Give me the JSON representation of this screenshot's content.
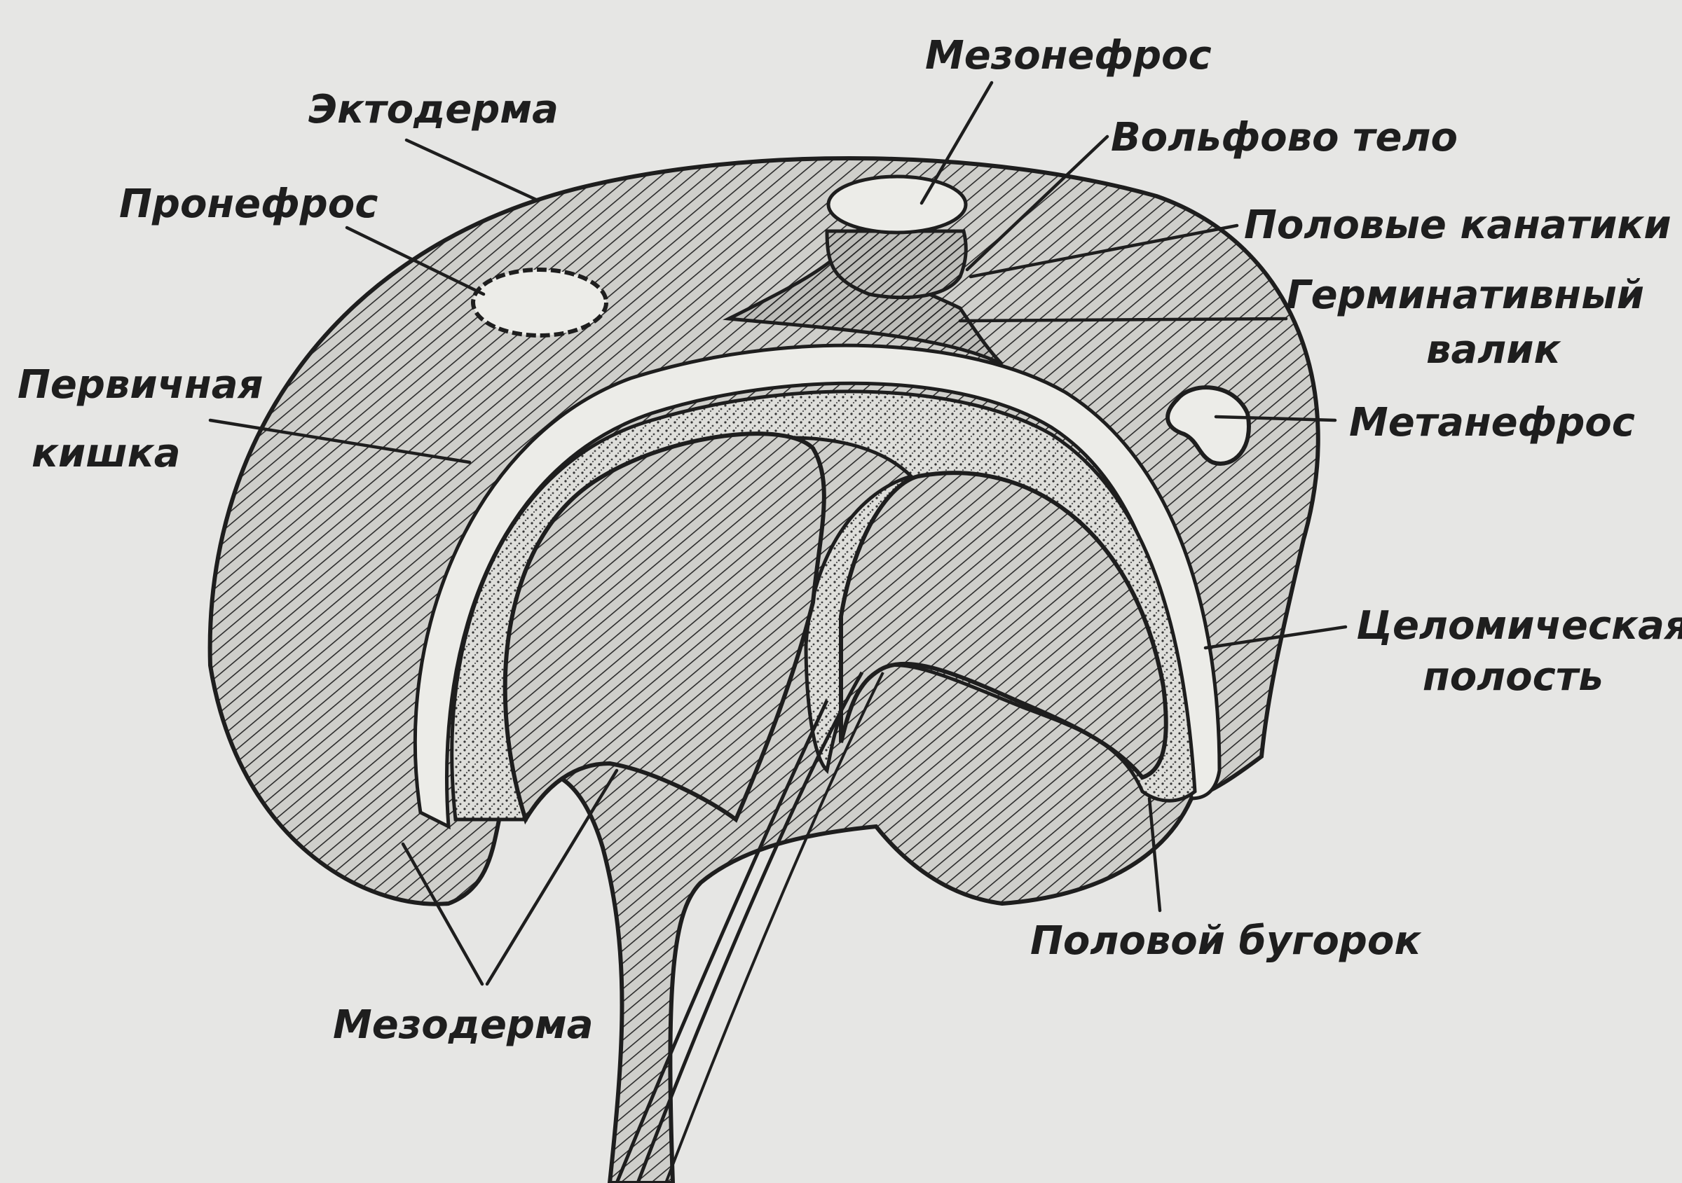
{
  "diagram": {
    "labels": {
      "mesonephros": "Мезонефрос",
      "ectoderm": "Эктодерма",
      "wolffian_body": "Вольфово тело",
      "pronephros": "Пронефрос",
      "sex_cords": "Половые канатики",
      "germinal_ridge_1": "Герминативный",
      "germinal_ridge_2": "валик",
      "primary_gut_1": "Первичная",
      "primary_gut_2": "кишка",
      "metanephros": "Метанефрос",
      "coelomic_cavity_1": "Целомическая",
      "coelomic_cavity_2": "полость",
      "genital_tubercle": "Половой бугорок",
      "mesoderm": "Мезодерма"
    },
    "colors": {
      "background": "#e6e6e4",
      "ink": "#1e1e1e",
      "tissue_fill": "#c9c9c5",
      "gut_fill": "#dcdcd8"
    }
  }
}
